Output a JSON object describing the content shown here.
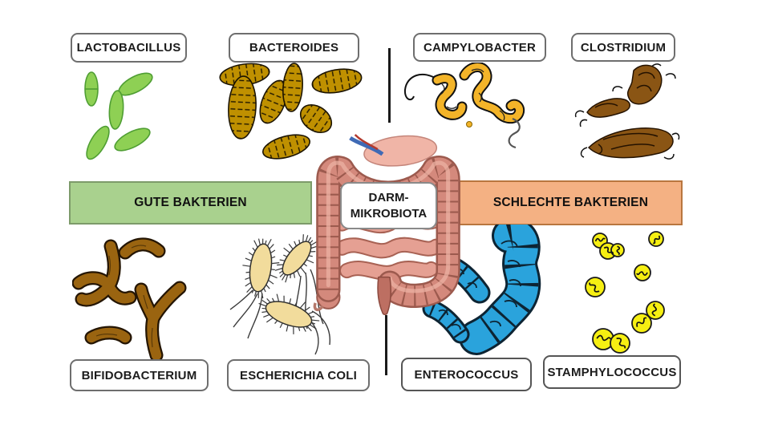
{
  "center_label": {
    "line1": "DARM-",
    "line2": "MIKROBIOTA"
  },
  "groups": {
    "good": {
      "banner": "GUTE BAKTERIEN",
      "banner_fill": "#a9d18e",
      "banner_border": "#7d9b6a",
      "members": {
        "lactobacillus": {
          "label": "LACTOBACILLUS",
          "color": "#8ed054"
        },
        "bacteroides": {
          "label": "BACTEROIDES",
          "color": "#bf9000"
        },
        "bifidobacterium": {
          "label": "BIFIDOBACTERIUM",
          "color": "#9a6410"
        },
        "escherichia_coli": {
          "label": "ESCHERICHIA COLI",
          "color": "#f2dc9c"
        }
      }
    },
    "bad": {
      "banner": "SCHLECHTE BAKTERIEN",
      "banner_fill": "#f4b183",
      "banner_border": "#b9763f",
      "members": {
        "campylobacter": {
          "label": "CAMPYLOBACTER",
          "color": "#f3b429"
        },
        "clostridium": {
          "label": "CLOSTRIDIUM",
          "color": "#8a5514"
        },
        "enterococcus": {
          "label": "ENTEROCOCCUS",
          "color": "#2aa3dc"
        },
        "stamphylococcus": {
          "label": "STAMPHYLOCOCCUS",
          "color": "#f6ef12"
        }
      }
    }
  },
  "colors": {
    "divider": "#1a1a1a",
    "intestine_main": "#d4897c",
    "intestine_outline": "#9c5a4e",
    "intestine_coils": "#e5a093",
    "label_box_border": "#6e6e6e"
  }
}
